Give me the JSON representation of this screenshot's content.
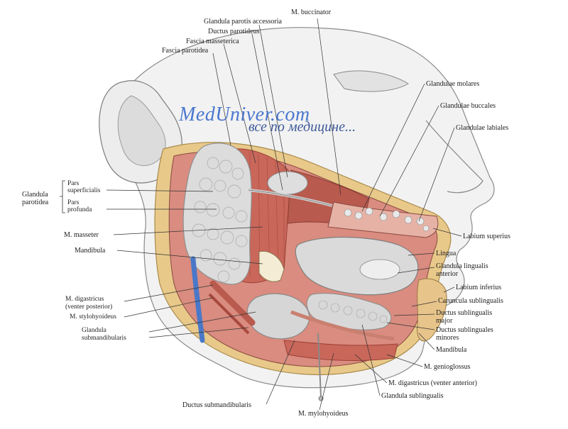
{
  "watermark": {
    "site": "MedUniver.com",
    "tagline": "все по медицине..."
  },
  "labels_top": {
    "m_buccinator": "M. buccinator",
    "glandula_parotis_accessoria": "Glandula parotis accessoria",
    "ductus_parotideus": "Ductus parotideus",
    "fascia_masseterica": "Fascia masseterica",
    "fascia_parotidea": "Fascia parotidea"
  },
  "labels_left": {
    "glandula_parotidea_line1": "Glandula",
    "glandula_parotidea_line2": "parotidea",
    "pars_superficialis_line1": "Pars",
    "pars_superficialis_line2": "superficialis",
    "pars_profunda_line1": "Pars",
    "pars_profunda_line2": "profunda",
    "m_masseter": "M. masseter",
    "mandibula": "Mandibula",
    "m_digastricus_post_line1": "M. digastricus",
    "m_digastricus_post_line2": "(venter posterior)",
    "m_stylohyoideus": "M. stylohyoideus",
    "glandula_submandibularis_line1": "Glandula",
    "glandula_submandibularis_line2": "submandibularis"
  },
  "labels_right": {
    "glandulae_molares": "Glandulae molares",
    "glandulae_buccales": "Glandulae buccales",
    "glandulae_labiales": "Glandulae labiales",
    "labium_superius": "Labium superius",
    "lingua": "Lingua",
    "glandula_lingualis_anterior_line1": "Glandula lingualis",
    "glandula_lingualis_anterior_line2": "anterior",
    "labium_inferius": "Labium inferius",
    "caruncula_sublingualis": "Caruncula sublingualis",
    "ductus_sublingualis_major_line1": "Ductus sublingualis",
    "ductus_sublingualis_major_line2": "major",
    "ductus_sublinguales_minores_line1": "Ductus sublinguales",
    "ductus_sublinguales_minores_line2": "minores",
    "mandibula_right": "Mandibula",
    "m_genioglossus": "M. genioglossus",
    "m_digastricus_ant": "M. digastricus (venter anterior)",
    "glandula_sublingualis": "Glandula sublingualis"
  },
  "labels_bottom": {
    "ductus_submandibularis": "Ductus submandibularis",
    "m_mylohyoideus": "M. mylohyoideus"
  },
  "colors": {
    "skin": "#f2f2f2",
    "skin_shadow": "#b9b9b9",
    "muscle": "#c8675a",
    "muscle_dark": "#9c3f35",
    "gland": "#dcdcdc",
    "gland_edge": "#8f8f8f",
    "fascia": "#e8c98a",
    "vein": "#4a78c8",
    "mucosa": "#d98c7f",
    "leader": "#333333"
  }
}
